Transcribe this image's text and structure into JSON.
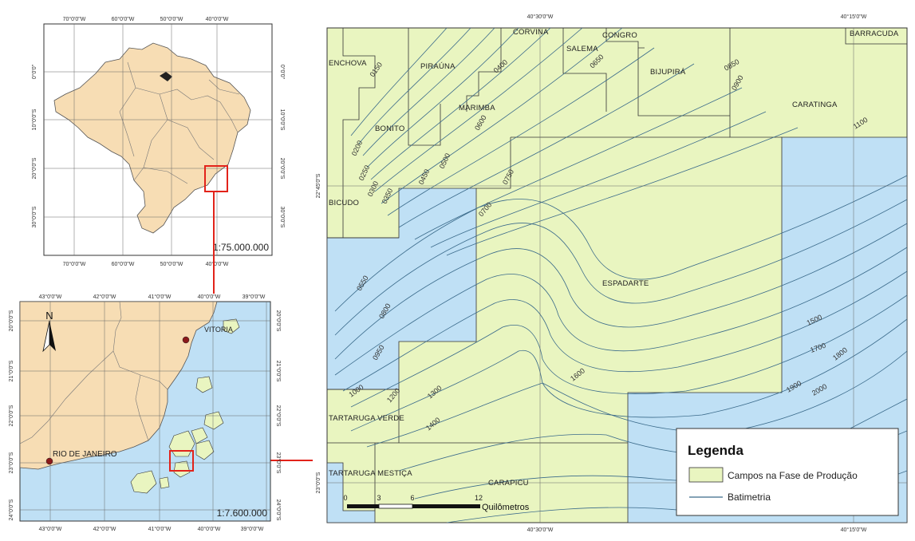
{
  "inset_top": {
    "scale": "1:75.000.000",
    "top_ticks": [
      "70°0'0\"W",
      "60°0'0\"W",
      "50°0'0\"W",
      "40°0'0\"W"
    ],
    "bottom_ticks": [
      "70°0'0\"W",
      "60°0'0\"W",
      "50°0'0\"W",
      "40°0'0\"W"
    ],
    "left_ticks": [
      "0°0'0\"",
      "10°0'0\"S",
      "20°0'0\"S",
      "30°0'0\"S"
    ],
    "right_ticks": [
      "0°0'0\"",
      "10°0'0\"S",
      "20°0'0\"S",
      "30°0'0\"S"
    ]
  },
  "inset_bottom": {
    "scale": "1:7.600.000",
    "north": "N",
    "top_ticks": [
      "43°0'0\"W",
      "42°0'0\"W",
      "41°0'0\"W",
      "40°0'0\"W",
      "39°0'0\"W"
    ],
    "bottom_ticks": [
      "43°0'0\"W",
      "42°0'0\"W",
      "41°0'0\"W",
      "40°0'0\"W",
      "39°0'0\"W"
    ],
    "left_ticks": [
      "20°0'0\"S",
      "21°0'0\"S",
      "22°0'0\"S",
      "23°0'0\"S",
      "24°0'0\"S"
    ],
    "right_ticks": [
      "20°0'0\"S",
      "21°0'0\"S",
      "22°0'0\"S",
      "23°0'0\"S",
      "24°0'0\"S"
    ],
    "cities": [
      {
        "name": "VITORIA"
      },
      {
        "name": "RIO DE JANEIRO"
      }
    ]
  },
  "main_map": {
    "top_ticks": [
      "40°30'0\"W",
      "40°15'0\"W"
    ],
    "bottom_ticks": [
      "40°30'0\"W",
      "40°15'0\"W"
    ],
    "left_ticks": [
      "22°45'0\"S",
      "23°0'0\"S"
    ],
    "fields": [
      "ENCHOVA",
      "PIRAÚNA",
      "CORVINA",
      "SALEMA",
      "CONGRO",
      "BIJUPIRÁ",
      "BARRACUDA",
      "MARIMBA",
      "CARATINGA",
      "BONITO",
      "BICUDO",
      "ESPADARTE",
      "TARTARUGA VERDE",
      "TARTARUGA MESTIÇA",
      "CARAPICU"
    ],
    "depths": [
      "0150",
      "0400",
      "0650",
      "0850",
      "0900",
      "1100",
      "0600",
      "0200",
      "0250",
      "0300",
      "0350",
      "0450",
      "0500",
      "0750",
      "0700",
      "0550",
      "0800",
      "0950",
      "1000",
      "1200",
      "1300",
      "1400",
      "1600",
      "1500",
      "1700",
      "1800",
      "1900",
      "2000"
    ],
    "scale_bar": {
      "ticks": [
        "0",
        "3",
        "6",
        "12"
      ],
      "unit": "Quilômetros"
    }
  },
  "legend": {
    "title": "Legenda",
    "items": [
      {
        "label": "Campos na Fase de Produção",
        "color": "#e9f5c0"
      },
      {
        "label": "Batimetria",
        "color": "#3a6a8a"
      }
    ]
  },
  "colors": {
    "land": "#f7ddb4",
    "ocean": "#bfe0f5",
    "fields": "#e9f5c0",
    "highlight": "#e2231a"
  }
}
